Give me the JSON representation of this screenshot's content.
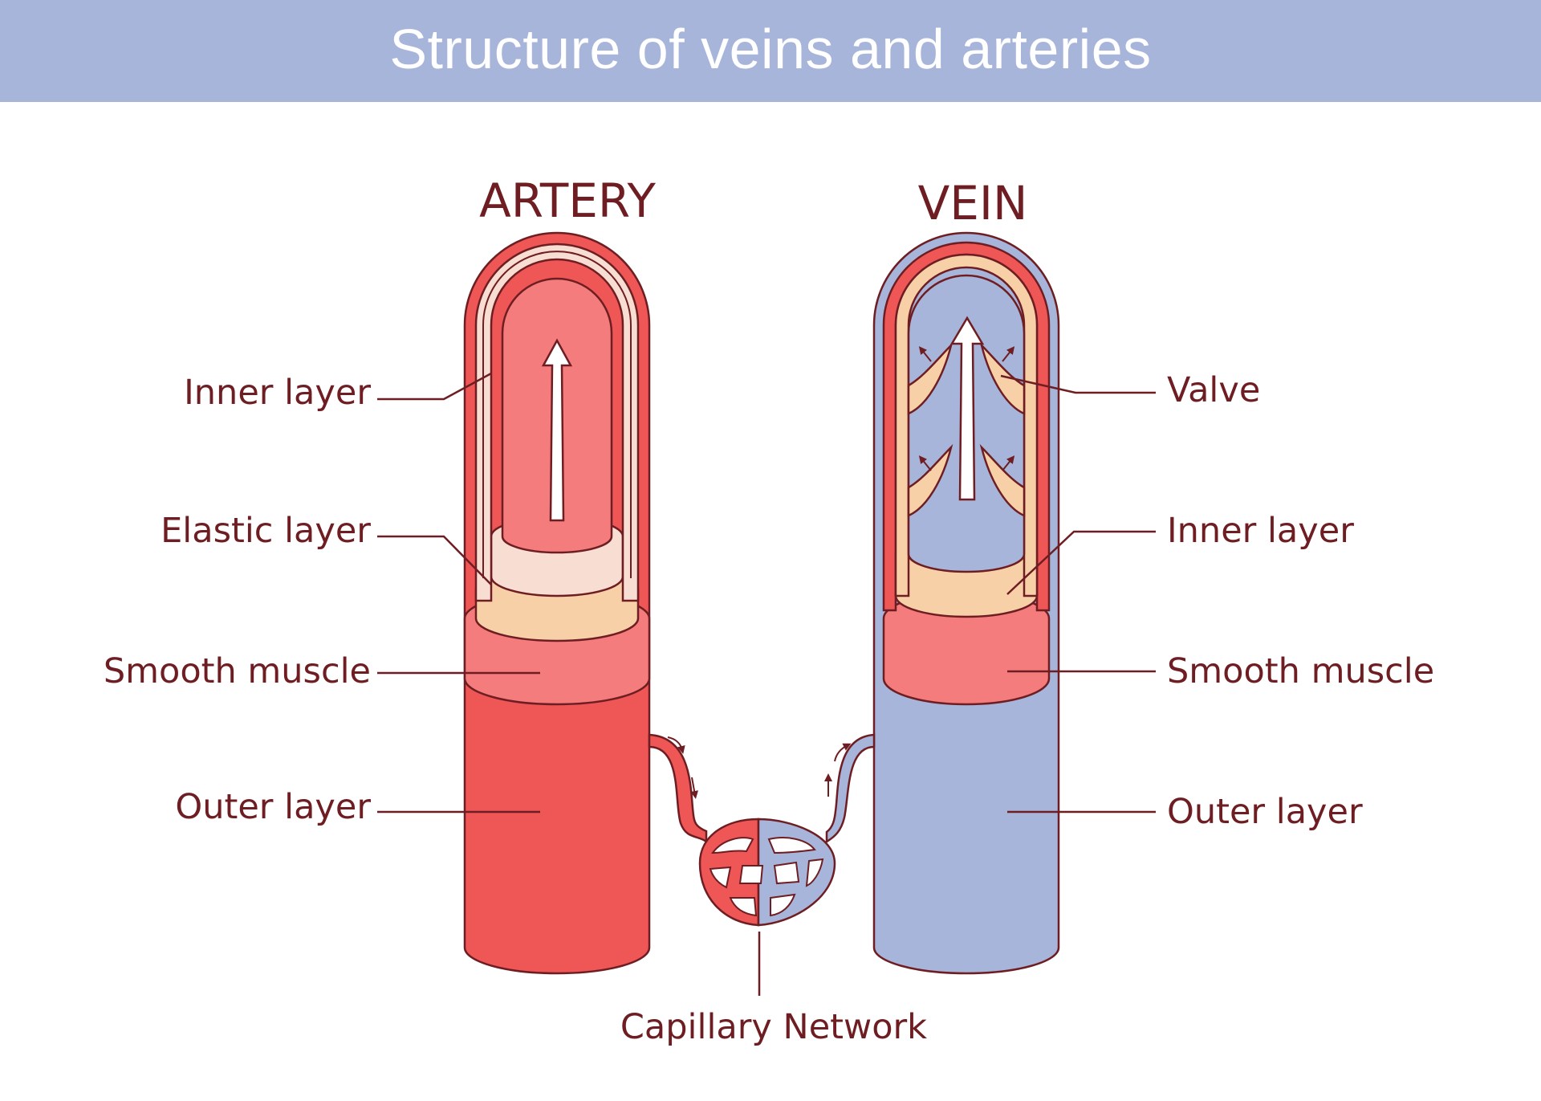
{
  "title": "Structure of veins and arteries",
  "artery": {
    "heading": "ARTERY",
    "labels": {
      "inner": "Inner layer",
      "elastic": "Elastic layer",
      "muscle": "Smooth muscle",
      "outer": "Outer layer"
    }
  },
  "vein": {
    "heading": "VEIN",
    "labels": {
      "valve": "Valve",
      "inner": "Inner layer",
      "muscle": "Smooth muscle",
      "outer": "Outer layer"
    }
  },
  "capillary": {
    "label": "Capillary Network"
  },
  "colors": {
    "header": "#a7b5da",
    "outline": "#6e1e22",
    "artery_red": "#ef5656",
    "artery_light": "#f47c7c",
    "elastic_pink": "#f8ddd3",
    "tan": "#f8d0a8",
    "vein_blue": "#a7b5da"
  }
}
